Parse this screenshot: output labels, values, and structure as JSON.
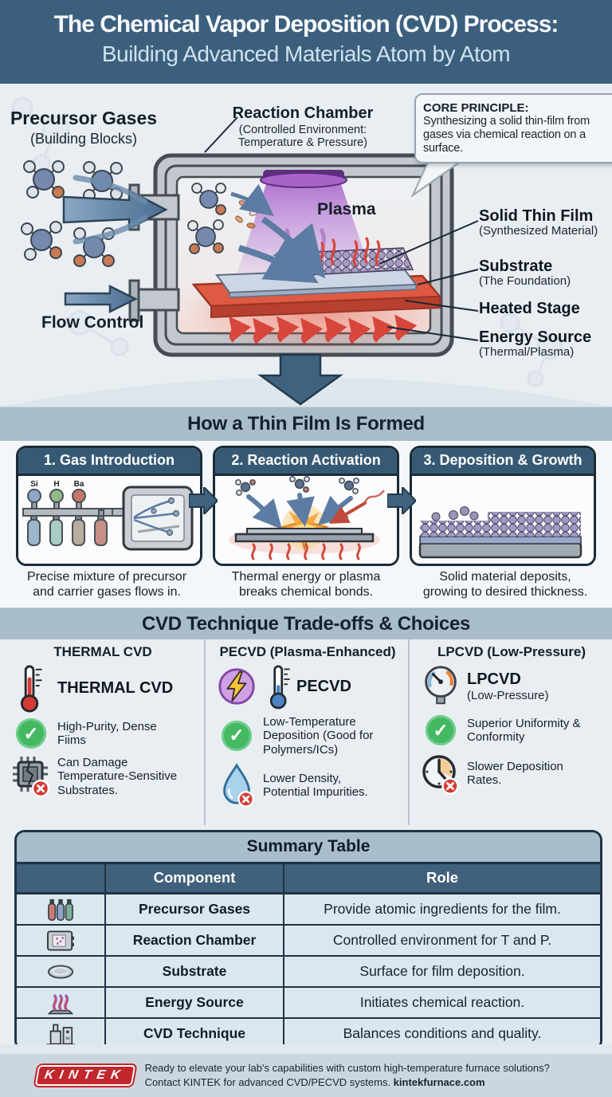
{
  "header": {
    "title_line1": "The Chemical Vapor Deposition (CVD) Process:",
    "title_line2": "Building Advanced Materials Atom by Atom"
  },
  "diagram": {
    "precursor_title": "Precursor Gases",
    "precursor_sub": "(Building Blocks)",
    "flow_control": "Flow Control",
    "chamber_title": "Reaction Chamber",
    "chamber_sub1": "(Controlled Environment:",
    "chamber_sub2": "Temperature & Pressure)",
    "plasma": "Plasma",
    "core_title": "CORE PRINCIPLE:",
    "core_body": "Synthesizing a solid thin-film from gases via chemical reaction on a surface.",
    "callouts": [
      {
        "title": "Solid Thin Film",
        "sub": "(Synthesized Material)"
      },
      {
        "title": "Substrate",
        "sub": "(The Foundation)"
      },
      {
        "title": "Heated Stage",
        "sub": ""
      },
      {
        "title": "Energy Source",
        "sub": "(Thermal/Plasma)"
      }
    ]
  },
  "process": {
    "title": "How a Thin Film Is Formed",
    "steps": [
      {
        "title": "1. Gas Introduction",
        "caption": "Precise mixture of precursor and carrier gases flows in.",
        "gas_labels": [
          "Si",
          "H",
          "Ba"
        ]
      },
      {
        "title": "2. Reaction Activation",
        "caption": "Thermal energy or plasma breaks chemical bonds."
      },
      {
        "title": "3. Deposition & Growth",
        "caption": "Solid material deposits, growing to desired thickness."
      }
    ]
  },
  "tradeoffs": {
    "title": "CVD Technique Trade-offs & Choices",
    "columns": [
      {
        "header": "THERMAL CVD",
        "name": "THERMAL CVD",
        "name_sub": "",
        "pro": "High-Purity, Dense Fiims",
        "con": "Can Damage Temperature-Sensitive Substrates."
      },
      {
        "header": "PECVD (Plasma-Enhanced)",
        "name": "PECVD",
        "name_sub": "",
        "pro": "Low-Temperature Deposition (Good for Polymers/ICs)",
        "con": "Lower Density, Potential Impurities."
      },
      {
        "header": "LPCVD (Low-Pressure)",
        "name": "LPCVD",
        "name_sub": "(Low-Pressure)",
        "pro": "Superior Uniformity & Conformity",
        "con": "Slower Deposition Rates."
      }
    ]
  },
  "summary_table": {
    "title": "Summary Table",
    "col_component": "Component",
    "col_role": "Role",
    "rows": [
      {
        "icon": "gas-bottles-icon",
        "component": "Precursor Gases",
        "role": "Provide atomic ingredients for the film."
      },
      {
        "icon": "chamber-icon",
        "component": "Reaction Chamber",
        "role": "Controlled environment for T and P."
      },
      {
        "icon": "wafer-icon",
        "component": "Substrate",
        "role": "Surface for film deposition."
      },
      {
        "icon": "heat-icon",
        "component": "Energy Source",
        "role": "Initiates chemical reaction."
      },
      {
        "icon": "machine-icon",
        "component": "CVD Technique",
        "role": "Balances conditions and quality."
      }
    ]
  },
  "footer": {
    "logo_text": "KINTEK",
    "line1": "Ready to elevate your lab's capabilities with custom high-temperature furnace solutions?",
    "line2_prefix": "Contact KINTEK for advanced CVD/PECVD systems. ",
    "line2_link": "kintekfurnace.com"
  },
  "colors": {
    "header_bg": "#3c5f7e",
    "band_bg": "#a9bcca",
    "card_header_bg": "#375a74",
    "table_header_bg": "#41607b",
    "kintek_red": "#c1272d",
    "check_green": "#45b862",
    "error_red": "#d63b34",
    "plasma_purple": "#a863c9",
    "heat_red": "#d8453a",
    "arrow_blue": "#3f637f"
  }
}
